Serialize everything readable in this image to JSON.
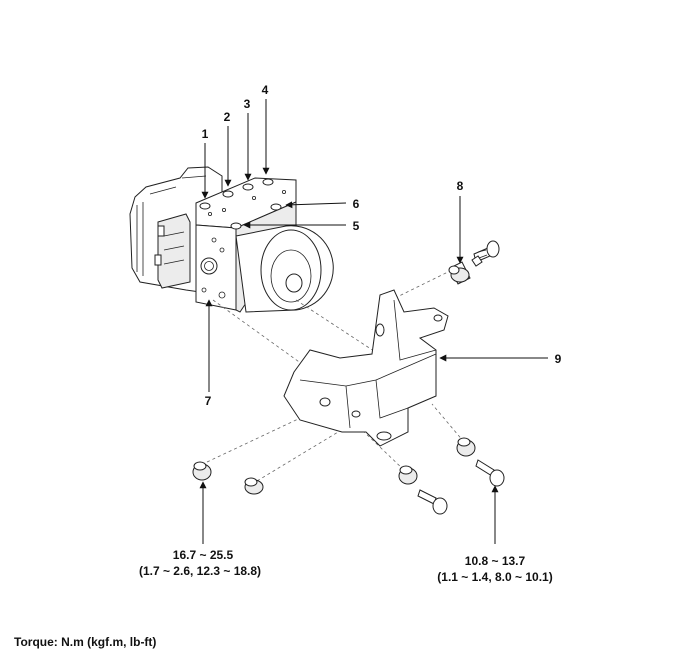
{
  "callouts": [
    "1",
    "2",
    "3",
    "4",
    "5",
    "6",
    "7",
    "8",
    "9"
  ],
  "torque_left": {
    "line1": "16.7 ~ 25.5",
    "line2": "(1.7 ~ 2.6, 12.3 ~ 18.8)"
  },
  "torque_right": {
    "line1": "10.8 ~ 13.7",
    "line2": "(1.1 ~ 1.4, 8.0 ~ 10.1)"
  },
  "footer": {
    "torque_units": "Torque: N.m (kgf.m, lb-ft)"
  }
}
